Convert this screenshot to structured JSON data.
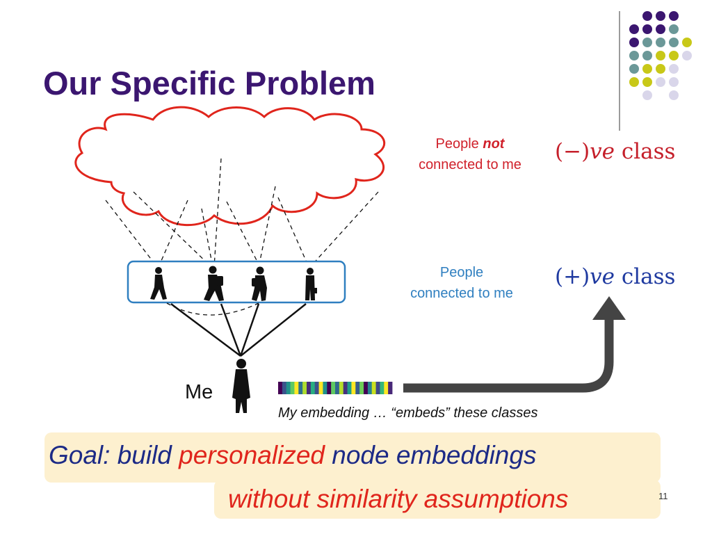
{
  "slide": {
    "title": "Our Specific Problem",
    "page_number": "11"
  },
  "labels": {
    "not_connected_line1_pre": "People ",
    "not_connected_line1_em": "not",
    "not_connected_line2": "connected to me",
    "connected_line1": "People",
    "connected_line2": "connected to me",
    "me": "Me",
    "embedding_caption": "My embedding  … “embeds” these classes"
  },
  "math": {
    "neg_sign": "(−)",
    "neg_var": "ve",
    "neg_word": " class",
    "pos_sign": "(+)",
    "pos_var": "ve",
    "pos_word": " class"
  },
  "goal": {
    "prefix": "Goal: build ",
    "highlight": "personalized",
    "suffix": " node embeddings",
    "line2": "without similarity assumptions"
  },
  "colors": {
    "title": "#3b1670",
    "cloud_stroke": "#e0251c",
    "box_stroke": "#2f7fc0",
    "arrow": "#444444",
    "goal_bg": "#fdf0cf",
    "dot_purple": "#3b1670",
    "dot_teal": "#6b9898",
    "dot_yellow": "#c8c818",
    "dot_lavender": "#d9d6ea"
  },
  "icons": {
    "cloud": "cloud-shape",
    "people": [
      "walking-person-icon",
      "walking-person-with-backpack-icon",
      "walking-person-with-bag-icon",
      "standing-person-with-briefcase-icon"
    ],
    "me": "standing-person-icon",
    "arrow": "curved-arrow-up-icon",
    "embedding": "embedding-color-bar"
  },
  "embedding_colors": [
    "#440154",
    "#3b528b",
    "#21918c",
    "#5ec962",
    "#fde725",
    "#2c728e",
    "#addc30",
    "#472d7b",
    "#27ad81",
    "#3b528b",
    "#fde725",
    "#21918c",
    "#440154",
    "#5ec962",
    "#31688e",
    "#b5de2b",
    "#46327e",
    "#1f9e89",
    "#fde725",
    "#365c8d",
    "#6ece58",
    "#440154",
    "#26828e",
    "#c8e020",
    "#3e4989",
    "#35b779",
    "#fde725",
    "#482878"
  ]
}
